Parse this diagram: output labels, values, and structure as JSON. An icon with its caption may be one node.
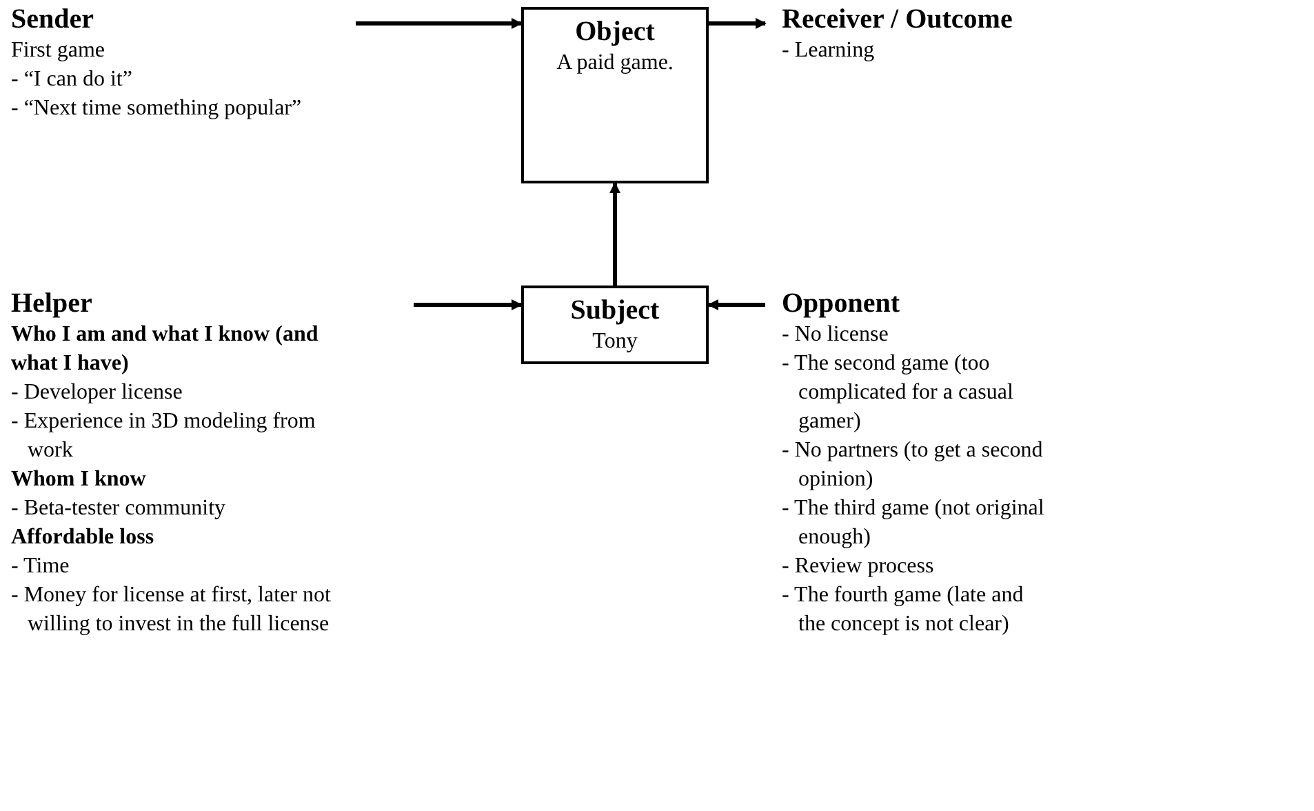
{
  "diagram": {
    "nodes": [
      {
        "text": [
          "Sender",
          "First game",
          "- “I can do it”",
          "- “Next time something popular”"
        ]
      },
      {
        "text": [
          "Object",
          "A paid game."
        ]
      },
      {
        "text": [
          "Receiver / Outcome",
          "- Learning"
        ]
      },
      {
        "text": [
          "Helper",
          "Who I am and what I know (and what I have)",
          "- Developer license",
          "- Experience in 3D modeling from work",
          "Whom I know",
          "- Beta-tester community",
          "Affordable loss",
          "- Time",
          "- Money for license at first, later not willing to invest in the full license"
        ]
      },
      {
        "text": [
          "Subject",
          "Tony"
        ]
      },
      {
        "text": [
          "Opponent",
          "- No license",
          "- The second game (too complicated for a casual gamer)",
          "- No partners (to get a second opinion)",
          "- The third game (not original enough)",
          "- Review process",
          "- The fourth game (late and the concept is not clear)"
        ]
      }
    ],
    "edges": [
      {
        "from": 0,
        "to": 1,
        "arrow": "to"
      },
      {
        "from": 1,
        "to": 2,
        "arrow": "to"
      },
      {
        "from": 4,
        "to": 1,
        "arrow": "to"
      },
      {
        "from": 3,
        "to": 4,
        "arrow": "to"
      },
      {
        "from": 5,
        "to": 4,
        "arrow": "to"
      }
    ]
  }
}
